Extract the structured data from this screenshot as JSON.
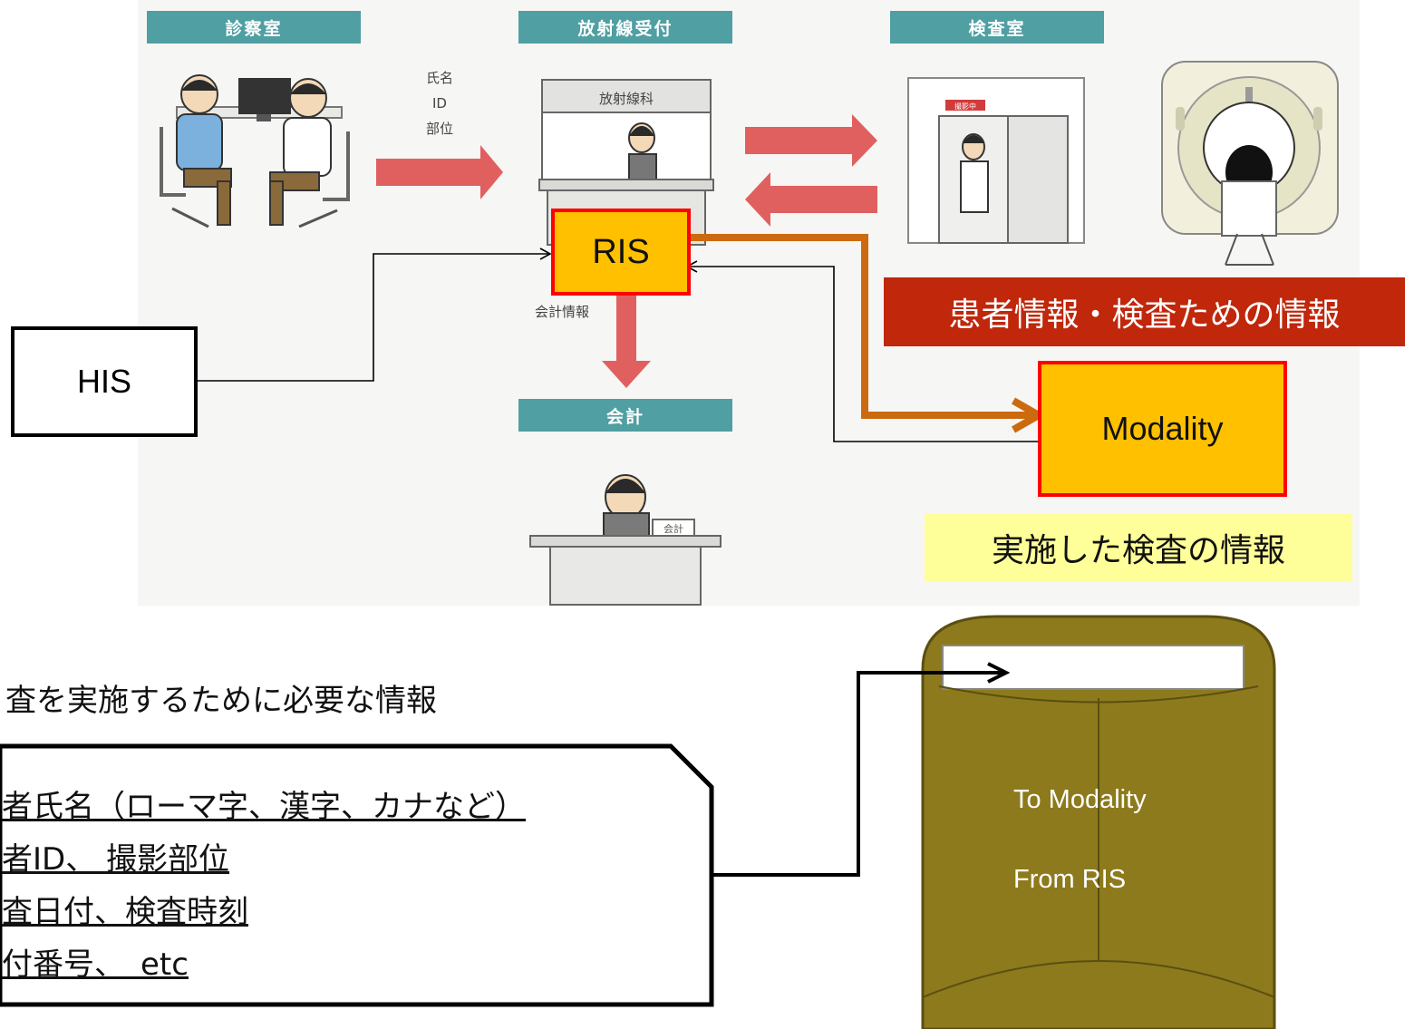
{
  "headers": {
    "exam_room": "診察室",
    "radiology_reception": "放射線受付",
    "inspection_room": "検査室",
    "accounting": "会計"
  },
  "arrow_labels": {
    "patient_info": [
      "氏名",
      "ID",
      "部位"
    ],
    "accounting_info": "会計情報"
  },
  "illustration_text": {
    "reception_sign": "放射線科",
    "in_progress_sign": "撮影中",
    "counter_sign": "会計"
  },
  "systems": {
    "ris": "RIS",
    "his": "HIS",
    "modality": "Modality"
  },
  "callouts": {
    "patient_exam_info": "患者情報・検査ための情報",
    "performed_exam_info": "実施した検査の情報"
  },
  "info_block": {
    "title": "査を実施するために必要な情報",
    "items": [
      "者氏名（ローマ字、漢字、カナなど）",
      "者ID、 撮影部位",
      "査日付、検査時刻",
      "付番号、　etc"
    ]
  },
  "envelope": {
    "to": "To Modality",
    "from": "From RIS"
  },
  "colors": {
    "header_teal": "#4f9fa3",
    "system_box_fill": "#ffc000",
    "system_box_border": "#ff0000",
    "flow_arrow_orange": "#cc6a10",
    "illustration_arrow_red": "#e06060",
    "callout_red": "#c0270b",
    "callout_yellow": "#ffff99",
    "envelope_olive": "#8d7a1c"
  }
}
